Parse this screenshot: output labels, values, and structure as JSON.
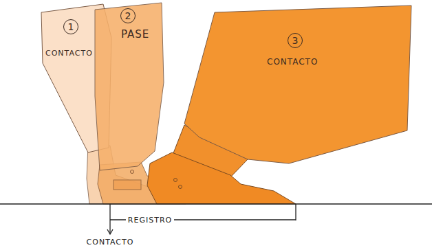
{
  "diagram": {
    "nodes": [
      {
        "text": [
          "1",
          "CONTACTO"
        ]
      },
      {
        "text": [
          "2",
          "PASE"
        ]
      },
      {
        "text": [
          "3",
          "CONTACTO"
        ]
      }
    ],
    "labels": [
      "REGISTRO",
      "CONTACTO"
    ]
  }
}
